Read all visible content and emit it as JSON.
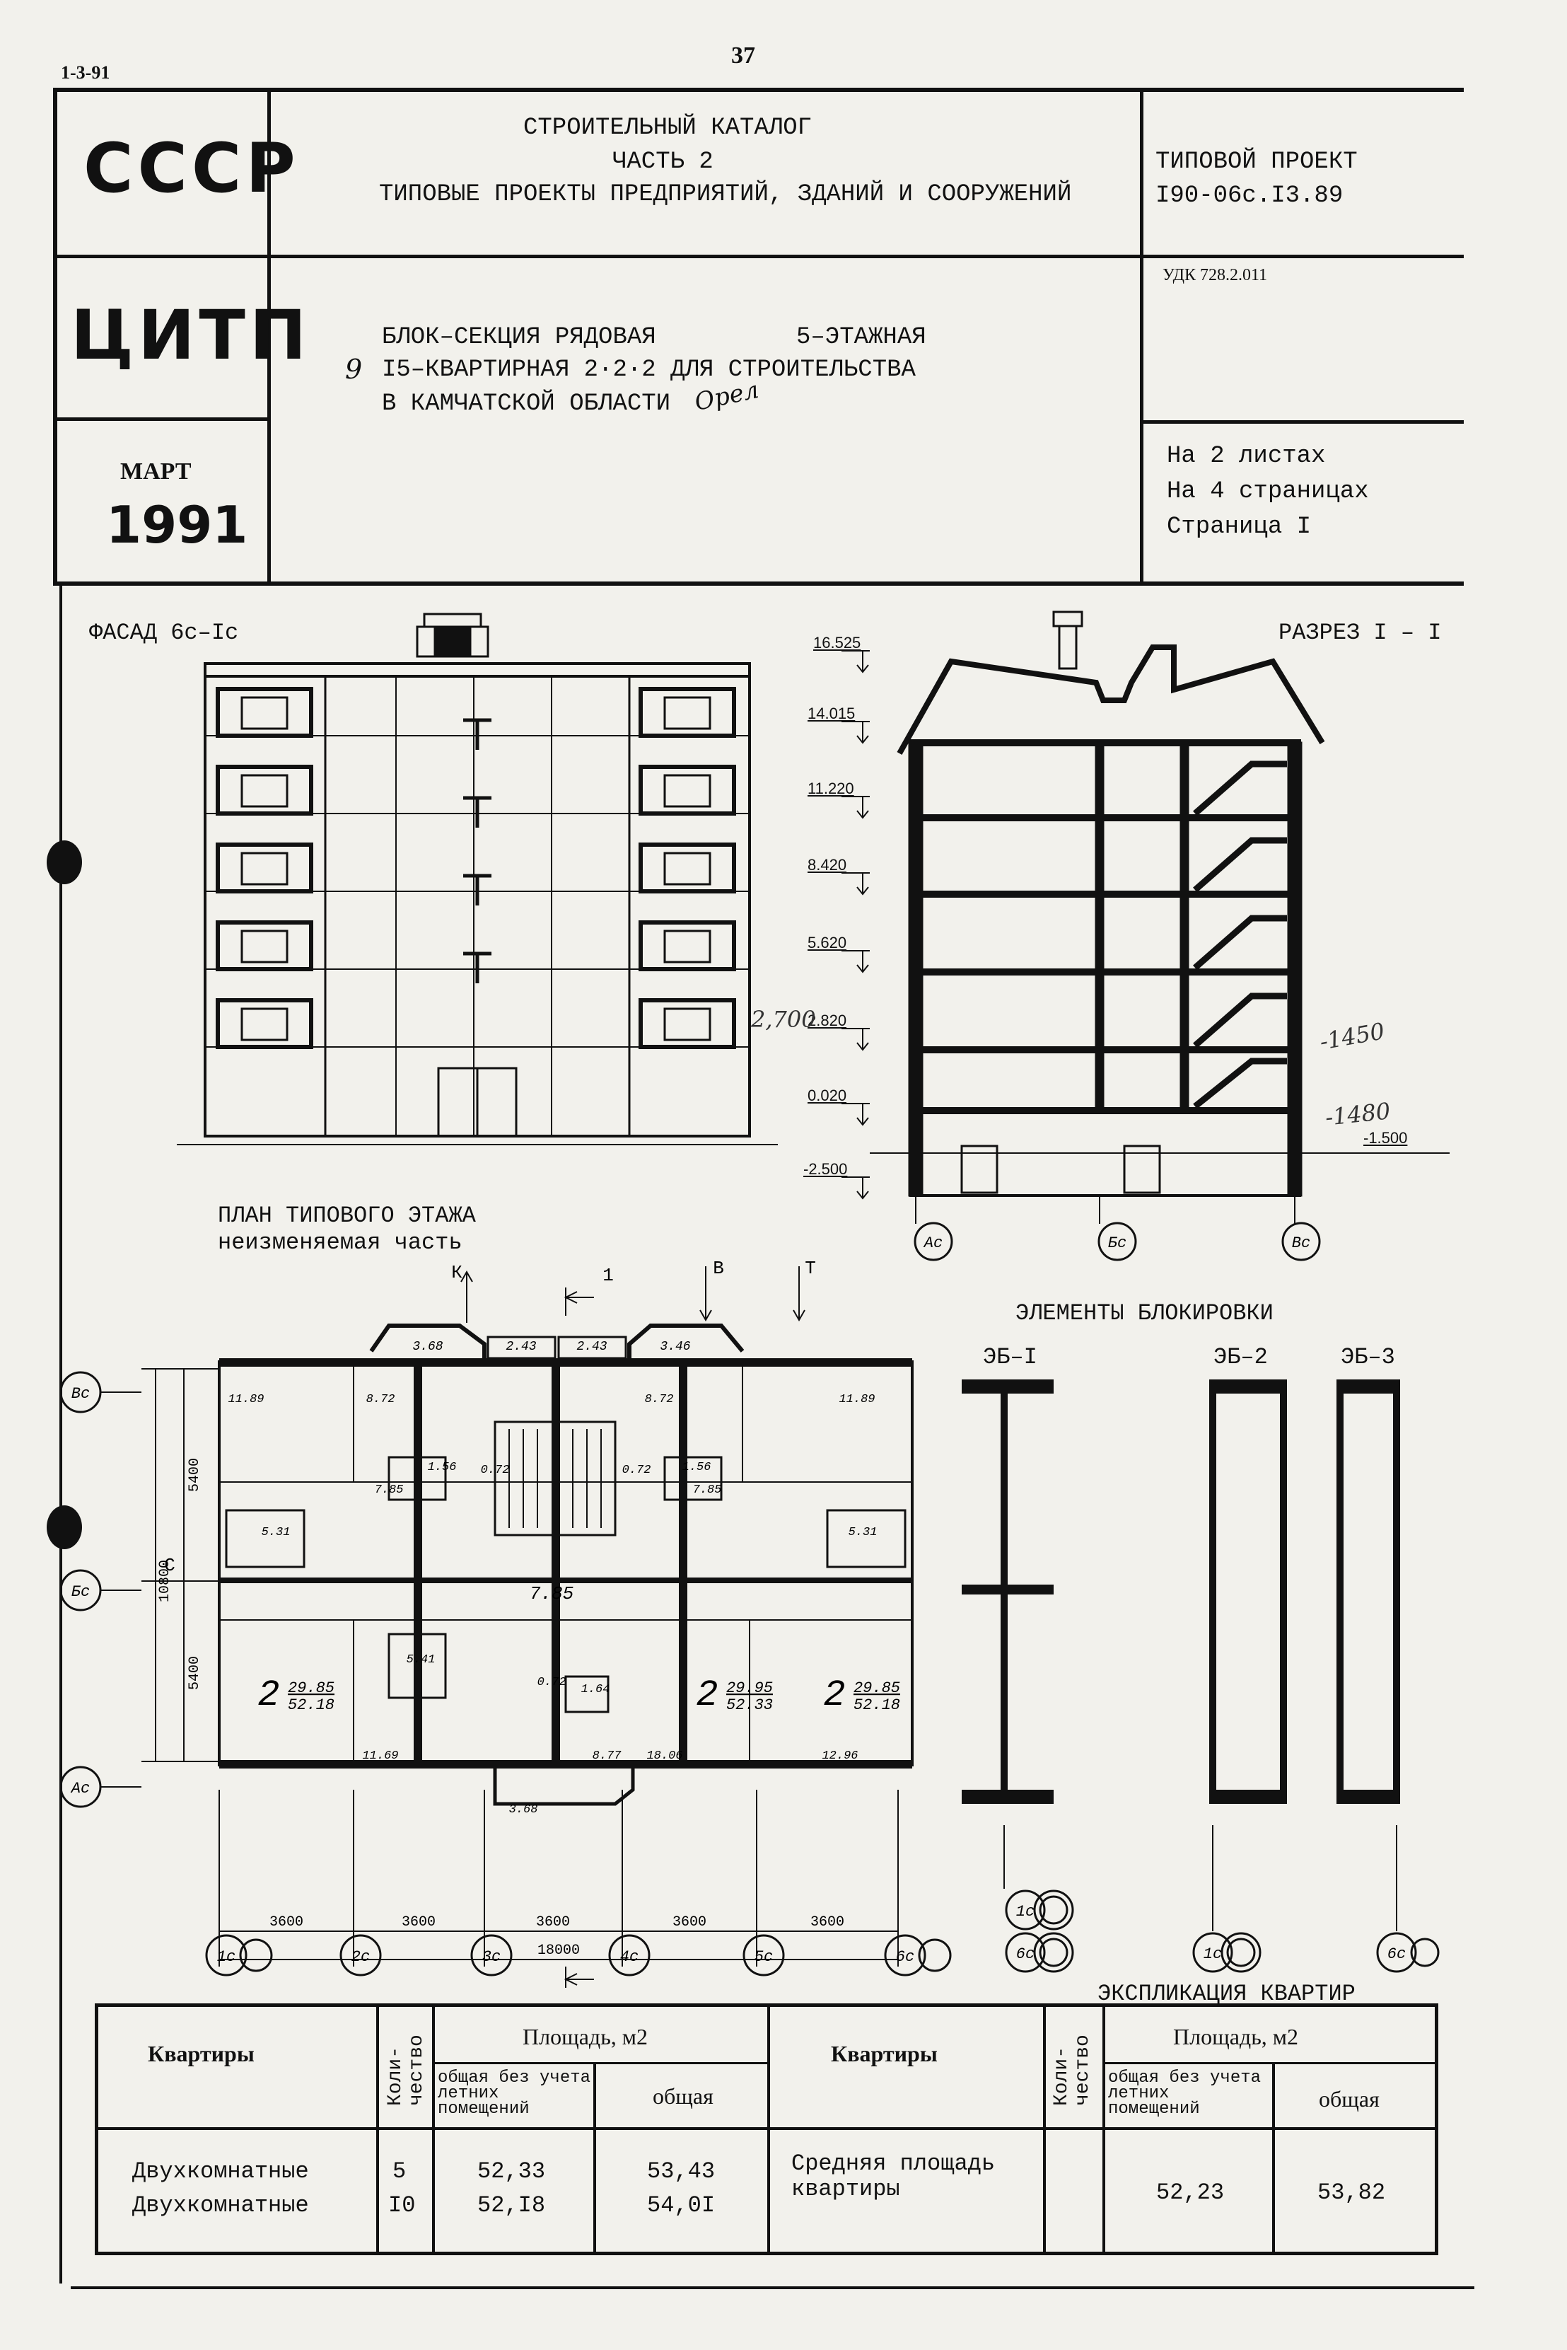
{
  "header": {
    "doc_code": "1-3-91",
    "page_number": "37",
    "org_country": "СССР",
    "org_name": "ЦИТП",
    "date_month": "МАРТ",
    "date_year": "1991",
    "catalog_line1": "СТРОИТЕЛЬНЫЙ КАТАЛОГ",
    "catalog_line2": "ЧАСТЬ 2",
    "catalog_line3": "ТИПОВЫЕ ПРОЕКТЫ ПРЕДПРИЯТИЙ, ЗДАНИЙ И СООРУЖЕНИЙ",
    "project_label": "ТИПОВОЙ ПРОЕКТ",
    "project_code": "I90-06с.I3.89",
    "udk": "УДК 728.2.011",
    "title_line1a": "БЛОК–СЕКЦИЯ РЯДОВАЯ",
    "title_line1b": "5–ЭТАЖНАЯ",
    "title_line2": "I5–КВАРТИРНАЯ 2·2·2 ДЛЯ СТРОИТЕЛЬСТВА",
    "title_line3": "В КАМЧАТСКОЙ ОБЛАСТИ",
    "handwritten_9": "9",
    "handwritten_orel": "Орел",
    "sheets": "На 2 листах",
    "pages": "На 4 страницах",
    "page": "Страница I"
  },
  "drawings": {
    "facade_title": "ФАСАД 6с–Iс",
    "section_title": "РАЗРЕЗ I – I",
    "levels": [
      "16.525",
      "14.015",
      "11.220",
      "8.420",
      "5.620",
      "2.820",
      "0.020",
      "-2.500"
    ],
    "level_right": "-1.500",
    "hand_2700": "2,700",
    "hand_1450": "-1450",
    "hand_1480": "-1480",
    "axes_section": [
      "Ас",
      "Бс",
      "Вс"
    ],
    "plan_title": "ПЛАН ТИПОВОГО ЭТАЖА",
    "plan_subtitle": "неизменяемая часть",
    "plan_marks": [
      "К",
      "1",
      "В",
      "Т",
      "С"
    ],
    "plan_dims_top": [
      "3.68",
      "2.43",
      "2.43",
      "3.46"
    ],
    "plan_dims_bottom": [
      "3600",
      "3600",
      "3600",
      "3600",
      "3600"
    ],
    "plan_total": "18000",
    "plan_side_dims": [
      "5400",
      "5400",
      "10800"
    ],
    "plan_axes_left": [
      "Вс",
      "Бс",
      "Ас"
    ],
    "plan_axes_bottom": [
      "1с",
      "2с",
      "3с",
      "4с",
      "5с",
      "6с"
    ],
    "rooms": [
      "11.89",
      "8.72",
      "8.72",
      "11.89",
      "7.85",
      "7.85",
      "7.85",
      "11.69",
      "8.77",
      "18.06",
      "12.96",
      "12.96",
      "3.68",
      "5.31",
      "5.31",
      "5.41",
      "1.56",
      "1.56",
      "1.64",
      "0.72",
      "0.72",
      "0.72"
    ],
    "apts": [
      {
        "n": "2",
        "living": "29.85",
        "total": "52.18"
      },
      {
        "n": "2",
        "living": "29.95",
        "total": "52.33"
      },
      {
        "n": "2",
        "living": "29.85",
        "total": "52.18"
      }
    ],
    "blocking_title": "ЭЛЕМЕНТЫ БЛОКИРОВКИ",
    "eb": [
      "ЭБ–I",
      "ЭБ–2",
      "ЭБ–3"
    ],
    "eb_axes": [
      "1с",
      "6с",
      "1с",
      "6с"
    ]
  },
  "table": {
    "title": "ЭКСПЛИКАЦИЯ КВАРТИР",
    "h_apts": "Квартиры",
    "h_count": "Коли-\nчество",
    "h_area": "Площадь, м2",
    "h_no_summer": "общая без учета летних помещений",
    "h_total": "общая",
    "rows": [
      {
        "name": "Двухкомнатные",
        "count": "5",
        "no_summer": "52,33",
        "total": "53,43"
      },
      {
        "name": "Двухкомнатные",
        "count": "I0",
        "no_summer": "52,I8",
        "total": "54,0I"
      }
    ],
    "avg_label": "Средняя площадь квартиры",
    "avg_no_summer": "52,23",
    "avg_total": "53,82"
  }
}
